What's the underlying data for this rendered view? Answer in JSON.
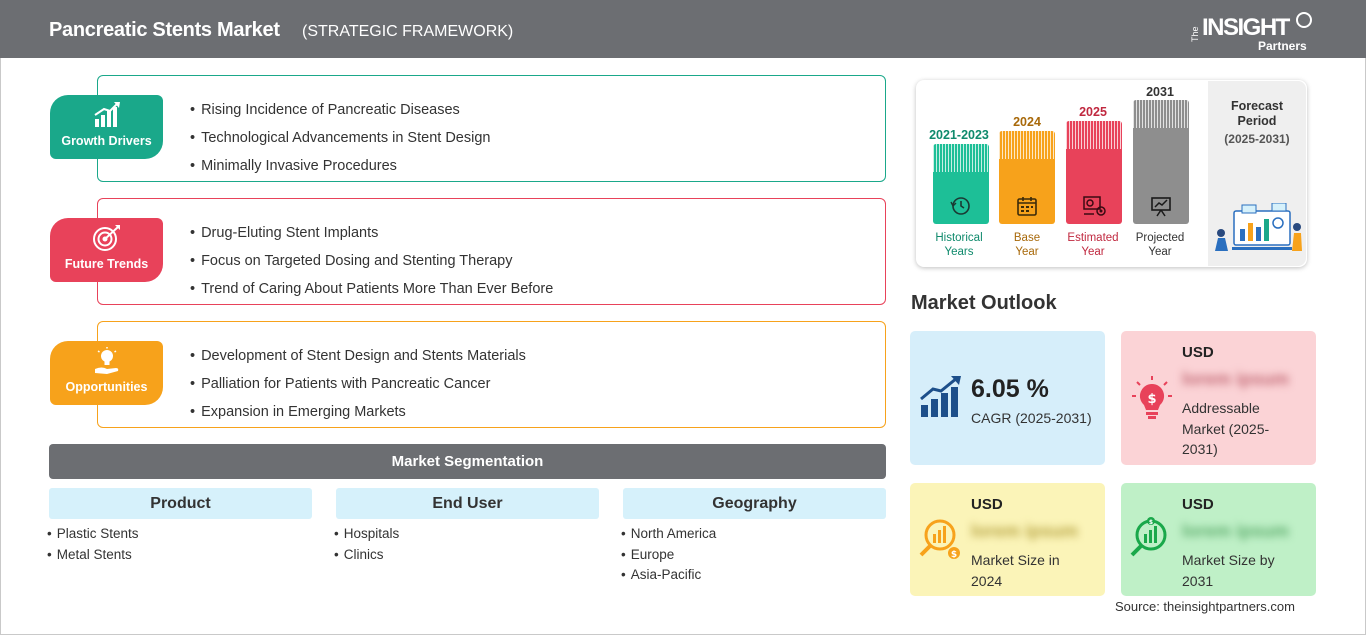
{
  "header": {
    "title": "Pancreatic Stents Market",
    "subtitle": "(STRATEGIC FRAMEWORK)",
    "logo": {
      "the": "The",
      "insight": "INSIGHT",
      "partners": "Partners"
    }
  },
  "framework": {
    "growth_drivers": {
      "label": "Growth Drivers",
      "color": "#1aa88a",
      "items": [
        "Rising Incidence of Pancreatic Diseases",
        "Technological Advancements in Stent Design",
        "Minimally Invasive Procedures"
      ]
    },
    "future_trends": {
      "label": "Future Trends",
      "color": "#e8425a",
      "items": [
        "Drug-Eluting Stent Implants",
        "Focus on Targeted Dosing and Stenting Therapy",
        "Trend of Caring About Patients More Than Ever Before"
      ]
    },
    "opportunities": {
      "label": "Opportunities",
      "color": "#f7a21b",
      "items": [
        "Development of Stent Design and Stents Materials",
        "Palliation for Patients with Pancreatic Cancer",
        "Expansion in Emerging Markets"
      ]
    }
  },
  "segmentation": {
    "title": "Market Segmentation",
    "columns": [
      {
        "head": "Product",
        "items": [
          "Plastic Stents",
          "Metal Stents"
        ]
      },
      {
        "head": "End User",
        "items": [
          "Hospitals",
          "Clinics"
        ]
      },
      {
        "head": "Geography",
        "items": [
          "North America",
          "Europe",
          "Asia-Pacific"
        ]
      }
    ]
  },
  "timeline": {
    "historical": {
      "year": "2021-2023",
      "cap1": "Historical",
      "cap2": "Years",
      "color": "#1dbf97",
      "text_color": "#0f8a6c"
    },
    "base": {
      "year": "2024",
      "cap1": "Base",
      "cap2": "Year",
      "color": "#f7a21b",
      "text_color": "#a8690a"
    },
    "estimated": {
      "year": "2025",
      "cap1": "Estimated",
      "cap2": "Year",
      "color": "#e8425a",
      "text_color": "#c0283f"
    },
    "projected": {
      "year": "2031",
      "cap1": "Projected",
      "cap2": "Year",
      "color": "#8e8e8e",
      "text_color": "#333333"
    },
    "forecast": {
      "line1": "Forecast",
      "line2": "Period",
      "range": "(2025-2031)"
    }
  },
  "outlook": {
    "title": "Market Outlook",
    "cagr": {
      "value": "6.05 %",
      "label": "CAGR (2025-2031)"
    },
    "addressable": {
      "currency": "USD",
      "value": "lorem ipsum",
      "label1": "Addressable",
      "label2": "Market (2025-",
      "label3": "2031)"
    },
    "size_2024": {
      "currency": "USD",
      "value": "lorem ipsum",
      "label1": "Market Size in",
      "label2": "2024"
    },
    "size_2031": {
      "currency": "USD",
      "value": "lorem ipsum",
      "label1": "Market Size by",
      "label2": "2031"
    }
  },
  "source": "Source: theinsightpartners.com"
}
